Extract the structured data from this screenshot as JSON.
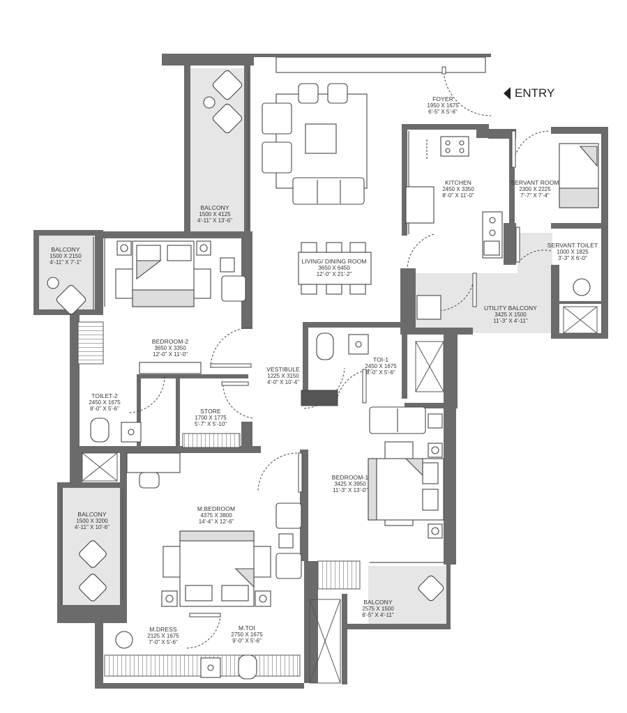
{
  "entry": {
    "label": "ENTRY"
  },
  "rooms": {
    "foyer": {
      "name": "FOYER",
      "metric": "1950 X 1675",
      "imperial": "6'-5\" X 5'-6\""
    },
    "kitchen": {
      "name": "KITCHEN",
      "metric": "2450 X 3350",
      "imperial": "8'-0\" X 11'-0\""
    },
    "servant_room": {
      "name": "SERVANT ROOM",
      "metric": "2300 X 2225",
      "imperial": "7'-7\" X 7'-4\""
    },
    "servant_toilet": {
      "name": "SERVANT TOILET",
      "metric": "1000 X 1825",
      "imperial": "3'-3\" X 6'-0\""
    },
    "utility_balcony": {
      "name": "UTILITY BALCONY",
      "metric": "3425 X 1500",
      "imperial": "11'-3\" X 4'-11\""
    },
    "living_dining": {
      "name": "LIVING/ DINING ROOM",
      "metric": "3650 X 6450",
      "imperial": "12'-0\" X 21'-2\""
    },
    "balcony_living": {
      "name": "BALCONY",
      "metric": "1500 X 4125",
      "imperial": "4'-11\" X 13'-6\""
    },
    "balcony_bed2": {
      "name": "BALCONY",
      "metric": "1500 X 2150",
      "imperial": "4'-11\" X 7'-1\""
    },
    "bedroom_2": {
      "name": "BEDROOM-2",
      "metric": "3650 X 3350",
      "imperial": "12'-0\" X 11'-0\""
    },
    "vestibule": {
      "name": "VESTIBULE",
      "metric": "1225 X 3150",
      "imperial": "4'-0\" X 10'-4\""
    },
    "toilet_1": {
      "name": "TOI-1",
      "metric": "2450 X 1675",
      "imperial": "8'-0\" X 5'-6\""
    },
    "toilet_2": {
      "name": "TOILET-2",
      "metric": "2450 X 1675",
      "imperial": "8'-0\" X 5'-6\""
    },
    "store": {
      "name": "STORE",
      "metric": "1700 X 1775",
      "imperial": "5'-7\" X 5'-10\""
    },
    "bedroom_1": {
      "name": "BEDROOM-1",
      "metric": "3425 X 3950",
      "imperial": "11'-3\" X 13'-0\""
    },
    "balcony_master": {
      "name": "BALCONY",
      "metric": "1500 X 3200",
      "imperial": "4'-11\" X 10'-6\""
    },
    "master_bedroom": {
      "name": "M.BEDROOM",
      "metric": "4375 X 3800",
      "imperial": "14'-4\" X 12'-6\""
    },
    "balcony_bed1": {
      "name": "BALCONY",
      "metric": "2575 X 1500",
      "imperial": "8'-5\" X 4'-11\""
    },
    "master_dress": {
      "name": "M.DRESS",
      "metric": "2125 X 1675",
      "imperial": "7'-0\" X 5'-6\""
    },
    "master_toilet": {
      "name": "M.TOI",
      "metric": "2750 X 1675",
      "imperial": "9'-0\" X 5'-6\""
    }
  }
}
